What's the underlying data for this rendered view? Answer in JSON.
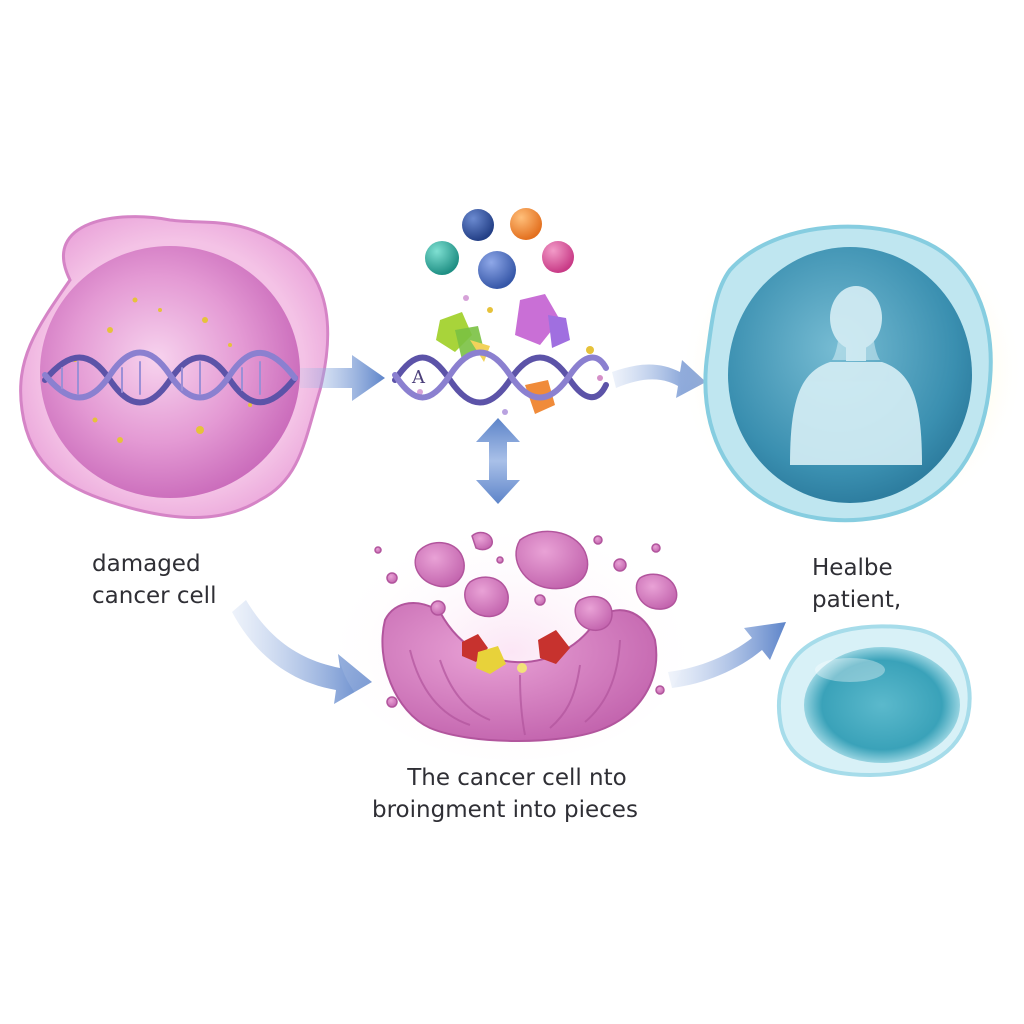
{
  "labels": {
    "damaged_cell_line1": "damaged",
    "damaged_cell_line2": "cancer cell",
    "healthy_line1": "Healbe",
    "healthy_line2": "patient,",
    "fragment_line1": "The cancer cell nto",
    "fragment_line2": "broingment into pieces"
  },
  "strand_letter": "A",
  "colors": {
    "damaged_cell": "#e7a3d6",
    "damaged_nucleus": "#d77cc7",
    "dna_strand": "#6f64b8",
    "arrow": "#6b8fcf",
    "healthy_cell": "#8fd1e3",
    "healthy_inner": "#3d9ab8",
    "fragments": "#d37bbf",
    "balls": [
      "#2a9d8f",
      "#3c5a9e",
      "#f28a2e",
      "#d9539a",
      "#4a6fc2"
    ]
  }
}
